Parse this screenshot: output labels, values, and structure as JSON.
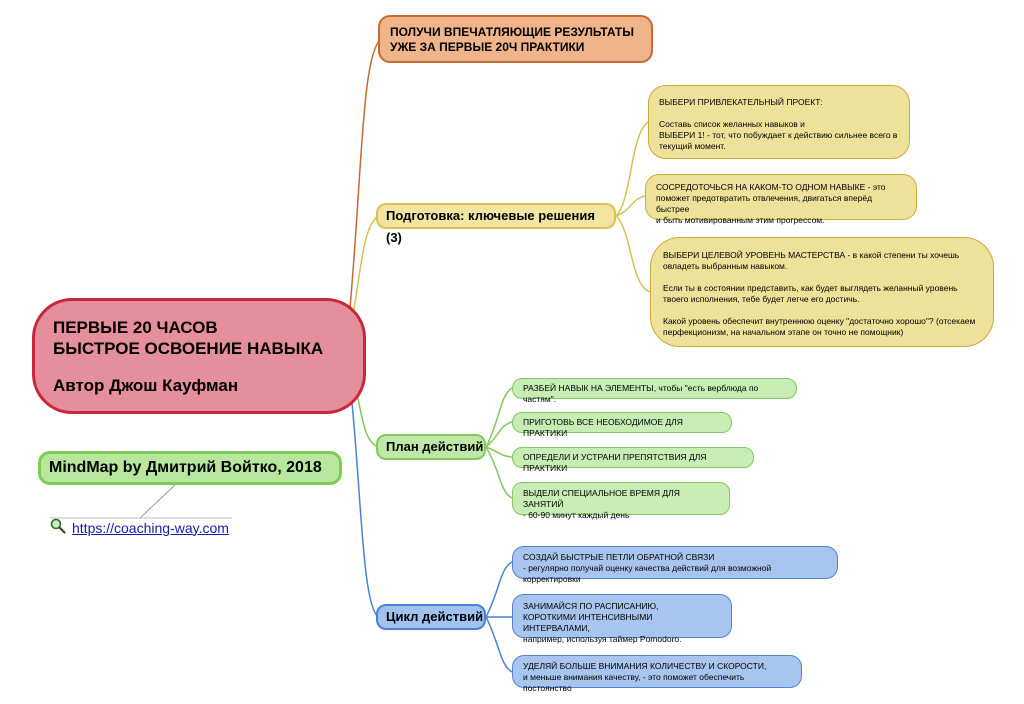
{
  "central": {
    "line1": "ПЕРВЫЕ 20 ЧАСОВ",
    "line2": "БЫСТРОЕ ОСВОЕНИЕ НАВЫКА",
    "author": "Автор Джош Кауфман"
  },
  "mindmap_credit": "MindMap by Дмитрий Войтко, 2018",
  "link": {
    "icon": "magnifier-icon",
    "text": "https://coaching-way.com"
  },
  "results": {
    "line1": "ПОЛУЧИ ВПЕЧАТЛЯЮЩИЕ РЕЗУЛЬТАТЫ",
    "line2": "УЖЕ ЗА ПЕРВЫЕ 20Ч ПРАКТИКИ"
  },
  "prep": {
    "label": "Подготовка: ключевые решения (3)",
    "items": [
      {
        "lines": [
          "ВЫБЕРИ ПРИВЛЕКАТЕЛЬНЫЙ ПРОЕКТ:",
          "",
          "Составь список желанных навыков и",
          "ВЫБЕРИ 1! - тот, что побуждает к действию сильнее всего в",
          "текущий момент."
        ]
      },
      {
        "lines": [
          "СОСРЕДОТОЧЬСЯ НА КАКОМ-ТО ОДНОМ НАВЫКЕ - это",
          "поможет предотвратить отвлечения, двигаться вперёд быстрее",
          "и быть мотивированным этим прогрессом."
        ]
      },
      {
        "lines": [
          "ВЫБЕРИ ЦЕЛЕВОЙ УРОВЕНЬ МАСТЕРСТВА - в какой степени ты хочешь",
          "овладеть выбранным навыком.",
          "",
          "Если ты в состоянии представить, как будет выглядеть желанный уровень",
          "твоего исполнения, тебе будет легче его достичь.",
          "",
          "Какой уровень обеспечит внутреннюю оценку \"достаточно хорошо\"? (отсекаем",
          "перфекционизм, на начальном этапе он точно не помощник)"
        ]
      }
    ]
  },
  "plan": {
    "label": "План действий",
    "items": [
      {
        "lines": [
          "РАЗБЕЙ НАВЫК НА ЭЛЕМЕНТЫ, чтобы \"есть верблюда по частям\"."
        ]
      },
      {
        "lines": [
          "ПРИГОТОВЬ ВСЕ НЕОБХОДИМОЕ ДЛЯ ПРАКТИКИ"
        ]
      },
      {
        "lines": [
          "ОПРЕДЕЛИ И УСТРАНИ ПРЕПЯТСТВИЯ ДЛЯ ПРАКТИКИ"
        ]
      },
      {
        "lines": [
          "ВЫДЕЛИ СПЕЦИАЛЬНОЕ ВРЕМЯ ДЛЯ ЗАНЯТИЙ",
          " - 60-90 минут каждый день"
        ]
      }
    ]
  },
  "cycle": {
    "label": "Цикл действий",
    "items": [
      {
        "lines": [
          "СОЗДАЙ БЫСТРЫЕ ПЕТЛИ ОБРАТНОЙ СВЯЗИ",
          "- регулярно получай оценку качества действий для возможной корректировки"
        ]
      },
      {
        "lines": [
          "ЗАНИМАЙСЯ ПО РАСПИСАНИЮ,",
          "КОРОТКИМИ ИНТЕНСИВНЫМИ ИНТЕРВАЛАМИ,",
          "например, используя таймер Pomodoro."
        ]
      },
      {
        "lines": [
          "УДЕЛЯЙ БОЛЬШЕ ВНИМАНИЯ КОЛИЧЕСТВУ И СКОРОСТИ,",
          "и меньше внимания качеству, - это поможет обеспечить постоянство"
        ]
      }
    ]
  },
  "colors": {
    "central": "#e58f9c",
    "orange": "#f0b48b",
    "yellow": "#eee19a",
    "green": "#c7ecb4",
    "blue": "#a7c5ee"
  }
}
